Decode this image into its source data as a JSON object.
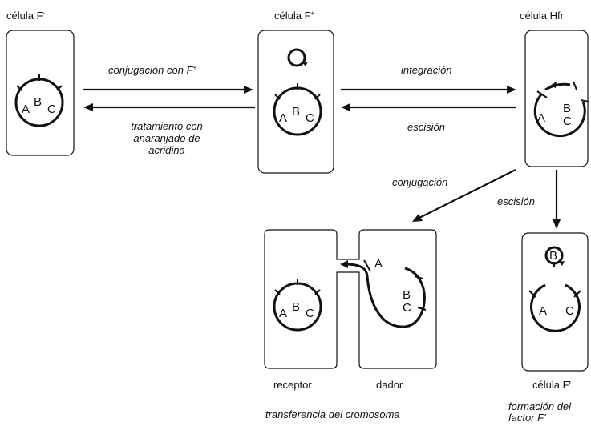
{
  "cells": {
    "f_minus": "célula F",
    "f_minus_sup": "-",
    "f_plus": "célula F",
    "f_plus_sup": "+",
    "hfr": "célula Hfr",
    "f_prime": "célula F'"
  },
  "genes": {
    "a": "A",
    "b": "B",
    "c": "C"
  },
  "arrows": {
    "conjugation_with_fplus": "conjugación con F",
    "conjugation_with_fplus_sup": "+",
    "acridine_1": "tratamiento con",
    "acridine_2": "anaranjado de",
    "acridine_3": "acridina",
    "integration": "integración",
    "excision_1": "escisión",
    "conjugation": "conjugación",
    "excision_2": "escisión"
  },
  "bottom": {
    "recipient": "receptor",
    "donor": "dador",
    "transfer": "transferencia del cromosoma",
    "formation_1": "formación del",
    "formation_2": "factor F'"
  }
}
